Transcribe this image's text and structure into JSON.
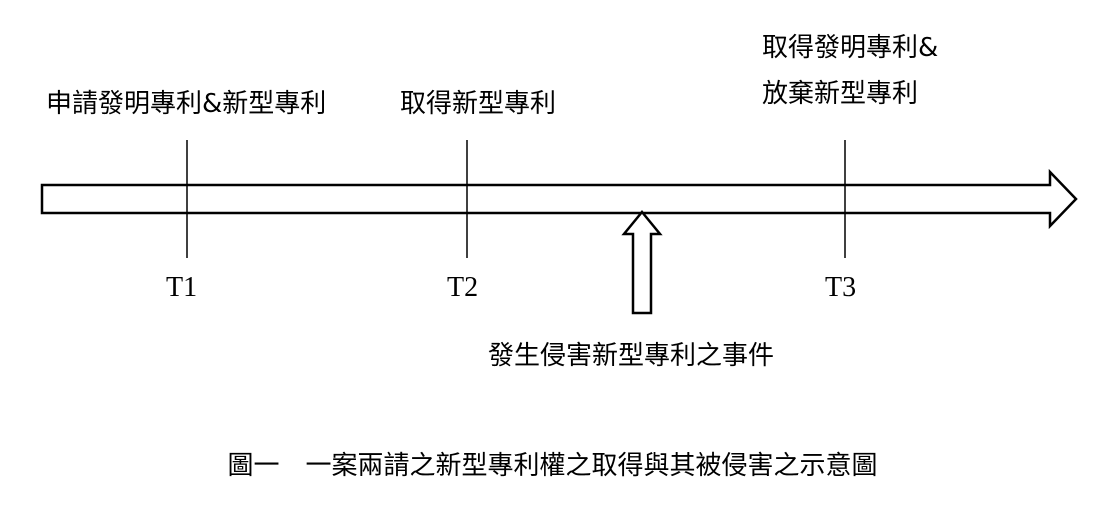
{
  "events": {
    "t1_label": "申請發明專利&新型專利",
    "t2_label": "取得新型專利",
    "t3_label_line1": "取得發明專利&",
    "t3_label_line2": "放棄新型專利",
    "infringement_label": "發生侵害新型專利之事件"
  },
  "ticks": {
    "t1": "T1",
    "t2": "T2",
    "t3": "T3"
  },
  "caption": "圖一　一案兩請之新型專利權之取得與其被侵害之示意圖",
  "colors": {
    "stroke": "#000000",
    "fill": "#ffffff",
    "text": "#000000"
  }
}
